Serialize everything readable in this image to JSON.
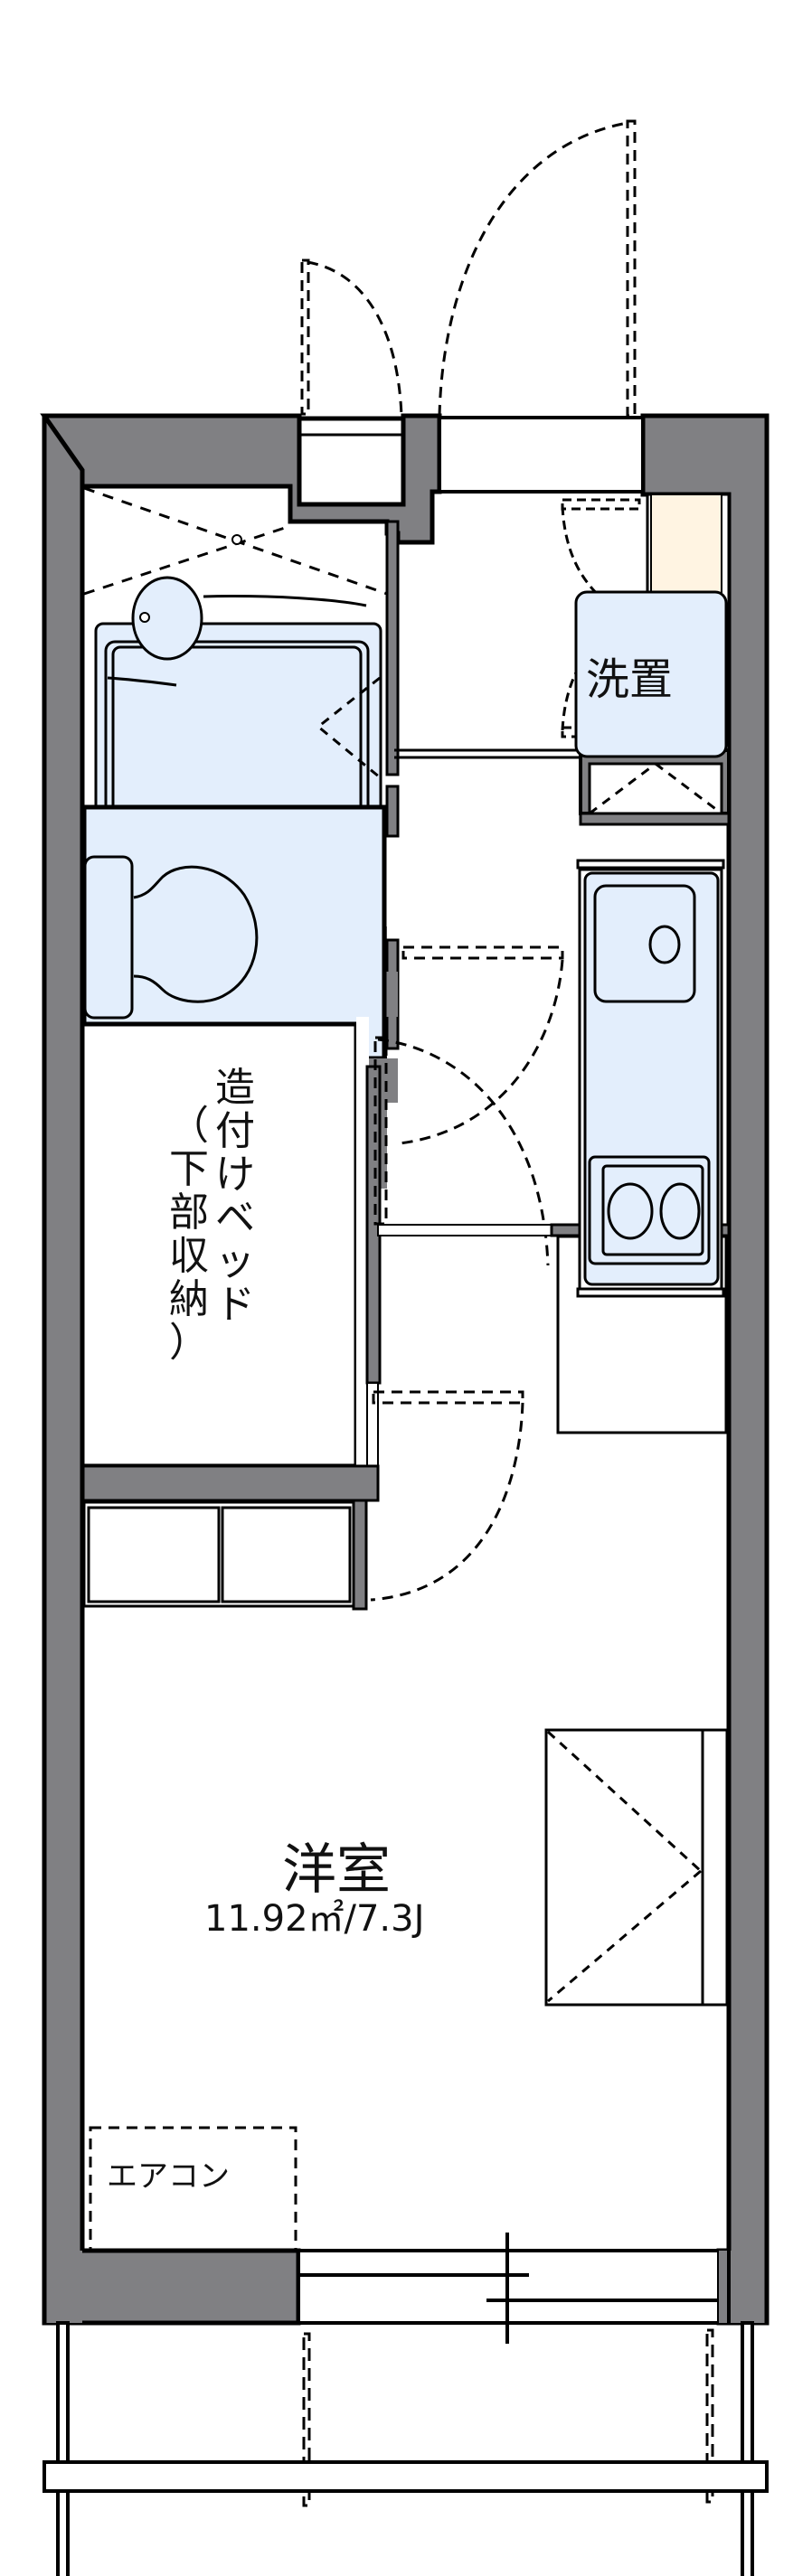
{
  "floor_plan": {
    "colors": {
      "wall": "#808083",
      "line": "#000000",
      "fixture_fill": "#e3eefc",
      "shoe_closet_fill": "#fff4e2",
      "background": "#ffffff"
    },
    "rooms": {
      "western_room": {
        "name": "洋室",
        "area": "11.92㎡/7.3J"
      },
      "washer_space": {
        "name": "洗置"
      },
      "built_in_bed": {
        "main_chars": [
          "造",
          "付",
          "け",
          "ベ",
          "ッ",
          "ド"
        ],
        "sub_chars": [
          "（",
          "下",
          "部",
          "収",
          "納",
          "）"
        ]
      },
      "air_conditioner": {
        "name": "エアコン"
      }
    }
  }
}
